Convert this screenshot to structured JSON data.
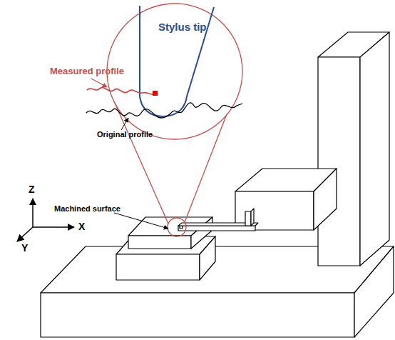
{
  "diagram": {
    "labels": [
      "Stylus tip",
      "Measured profile",
      "Original profile",
      "Machined surface",
      "Z",
      "X",
      "Y"
    ]
  }
}
